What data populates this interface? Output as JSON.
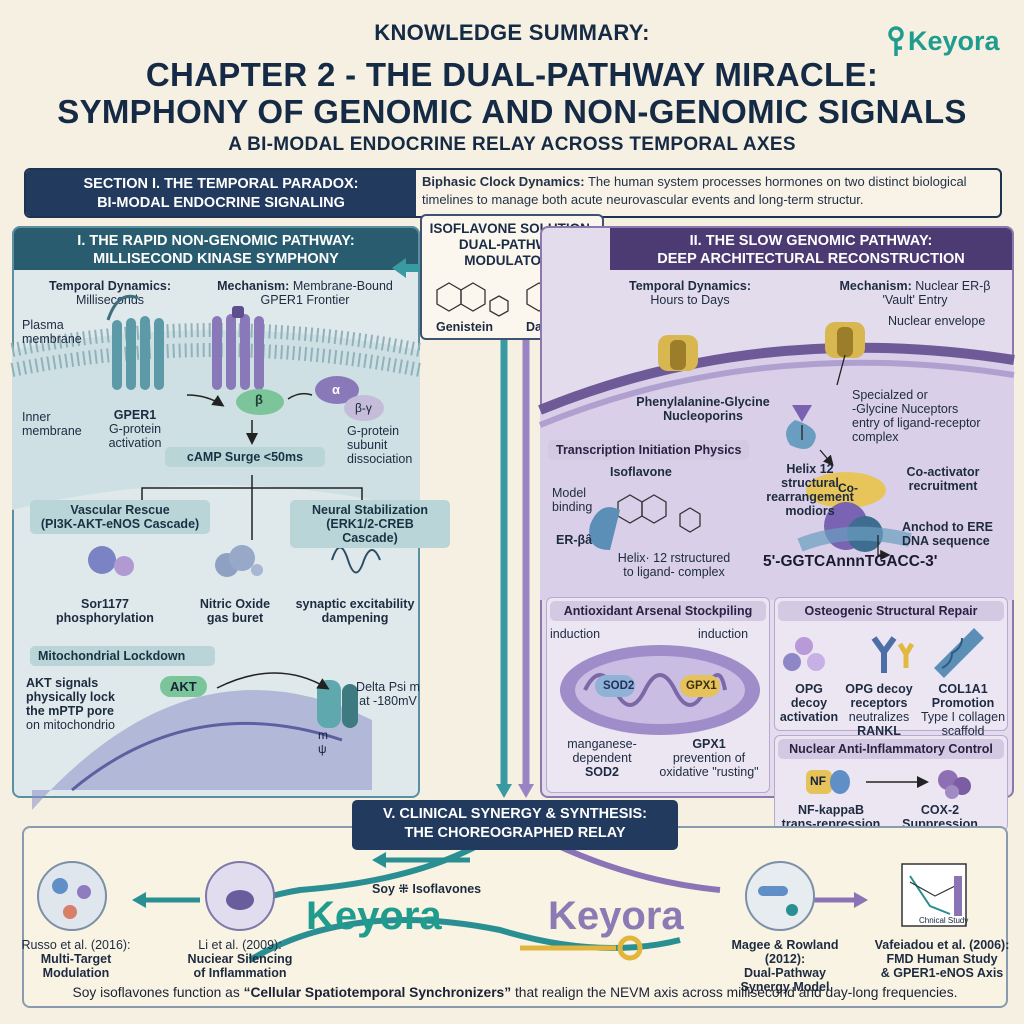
{
  "header": {
    "kicker": "KNOWLEDGE SUMMARY:",
    "title_line1": "CHAPTER 2 - THE DUAL-PATHWAY MIRACLE:",
    "title_line2": "SYMPHONY OF GENOMIC AND NON-GENOMIC SIGNALS",
    "subtitle": "A BI-MODAL ENDOCRINE RELAY ACROSS TEMPORAL AXES",
    "logo": "Keyora"
  },
  "section1": {
    "title_line1": "SECTION I. THE TEMPORAL PARADOX:",
    "title_line2": "BI-MODAL ENDOCRINE SIGNALING",
    "text_bold": "Biphasic Clock Dynamics:",
    "text": " The human system processes hormones on two distinct biological timelines to manage both acute neurovascular events and long-term structur."
  },
  "isoflavone": {
    "title_line1": "ISOFLAVONE SOLUTION:",
    "title_line2": "DUAL-PATHWAY",
    "title_line3": "MODULATORS",
    "compound1": "Genistein",
    "compound2": "Daidzein"
  },
  "rapid": {
    "title_line1": "I. THE RAPID NON-GENOMIC PATHWAY:",
    "title_line2": "MILLISECOND KINASE SYMPHONY",
    "temporal_label": "Temporal Dynamics:",
    "temporal_value": "Milliseconds",
    "mechanism_label": "Mechanism:",
    "mechanism_value1": "Membrane-Bound",
    "mechanism_value2": "GPER1 Frontier",
    "plasma1": "Plasma",
    "plasma2": "membrane",
    "inner1": "Inner",
    "inner2": "membrane",
    "gper1": "GPER1",
    "gper2": "G-protein",
    "gper3": "activation",
    "beta": "β",
    "alpha": "α",
    "betagamma": "β-γ",
    "gprot1": "G-protein",
    "gprot2": "subunit",
    "gprot3": "dissociation",
    "camp": "cAMP Surge <50ms",
    "vascular_title": "Vascular Rescue",
    "vascular_sub": "(PI3K-AKT-eNOS Cascade)",
    "neural_title": "Neural Stabilization",
    "neural_sub": "(ERK1/2-CREB Cascade)",
    "out1a": "Sor1177",
    "out1b": "phosphorylation",
    "out2a": "Nitric Oxide",
    "out2b": "gas buret",
    "out3a": "synaptic excitability",
    "out3b": "dampening",
    "mito_title": "Mitochondrial Lockdown",
    "mito1": "AKT signals",
    "mito2": "physically lock",
    "mito3": "the mPTP pore",
    "mito4": "on mitochondrio",
    "akt": "AKT",
    "psi1": "Delta Psi m",
    "psi2": "at -180mV",
    "m_label": "m",
    "psi_label": "ψ"
  },
  "slow": {
    "title_line1": "II. THE SLOW GENOMIC PATHWAY:",
    "title_line2": "DEEP ARCHITECTURAL RECONSTRUCTION",
    "temporal_label": "Temporal Dynamics:",
    "temporal_value": "Hours to Days",
    "mechanism_label": "Mechanism:",
    "mechanism_value1": "Nuclear ER-β",
    "mechanism_value2": "'Vault' Entry",
    "envelope": "Nuclear envelope",
    "nucleo1": "Phenylalanine-Glycine",
    "nucleo2": "Nucleoporins",
    "spec1": "Specialzed or",
    "spec2": "-Glycine Nuceptors",
    "spec3": "entry of ligand-receptor",
    "spec4": "complex",
    "tip_title": "Transcription Initiation Physics",
    "isoflavone": "Isoflavone",
    "model1": "Model",
    "model2": "binding",
    "erb": "ER-βâ",
    "helix_rear1": "Helix 12",
    "helix_rear2": "structural",
    "helix_rear3": "rearrangement",
    "helix_rear4": "modiors",
    "coact_chip": "Co-",
    "coact1": "Co-activator",
    "coact2": "recruitment",
    "helix_lig1": "Helix· 12 rstructured",
    "helix_lig2": "to ligand- complex",
    "anchor1": "Anchod to ERE",
    "anchor2": "DNA sequence",
    "dna": "5'-GGTCAnnnTGACC-3'",
    "anti_title": "Antioxidant Arsenal Stockpiling",
    "induction1": "induction",
    "induction2": "induction",
    "sod2": "SOD2",
    "gpx1": "GPX1",
    "sod_desc1": "manganese-",
    "sod_desc2": "dependent",
    "sod_desc3": "SOD2",
    "gpx_desc1": "GPX1",
    "gpx_desc2": "prevention of",
    "gpx_desc3": "oxidative \"rusting\"",
    "osteo_title": "Osteogenic Structural Repair",
    "opg1a": "OPG decoy",
    "opg1b": "activation",
    "opg2a": "OPG decoy",
    "opg2b": "receptors",
    "opg2c": "neutralizes",
    "opg2d": "RANKL",
    "col1": "COL1A1",
    "col2": "Promotion",
    "col3": "Type I collagen",
    "col4": "scaffold",
    "infl_title": "Nuclear Anti-Inflammatory Control",
    "nf_chip": "NF",
    "nfk1": "NF-kappaB",
    "nfk2": "trans-repression",
    "cox1": "COX-2",
    "cox2": "Suppression"
  },
  "clinical": {
    "title_line1": "V. CLINICAL SYNERGY & SYNTHESIS:",
    "title_line2": "THE CHOREOGRAPHED RELAY",
    "soy_label": "Soy ⁜ Isoflavones",
    "logo1": "Keyora",
    "logo2": "Keyora",
    "ref1a": "Russo et al. (2016):",
    "ref1b": "Multi-Target",
    "ref1c": "Modulation",
    "ref2a": "Li et al. (2009):",
    "ref2b": "Nuciear Silencing",
    "ref2c": "of Inflammation",
    "ref3a": "Magee & Rowland (2012):",
    "ref3b": "Dual-Pathway",
    "ref3c": "Synergy Model",
    "ref4a": "Vafeiadou et al. (2006):",
    "ref4b": "FMD Human Study",
    "ref4c": "& GPER1-eNOS Axis",
    "study_label": "Chnical Study",
    "footer_pre": "Soy isoflavones function as ",
    "footer_bold": "“Cellular Spatiotemporal Synchronizers”",
    "footer_post": " that realign the NEVM axis across millisecond and day-long frequencies."
  },
  "colors": {
    "teal": "#2a8f92",
    "purple": "#7b68a6",
    "navy": "#213a5e",
    "background": "#f6f0e2"
  }
}
